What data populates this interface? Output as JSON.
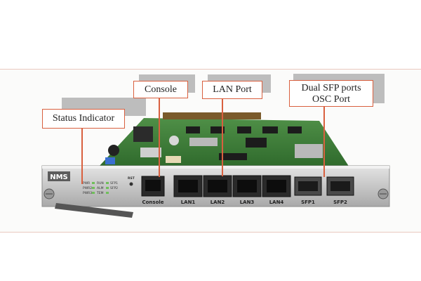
{
  "callouts": {
    "status": "Status Indicator",
    "console": "Console",
    "lan": "LAN Port",
    "sfp_line1": "Dual SFP ports",
    "sfp_line2": "OSC Port"
  },
  "panel": {
    "brand": "NMS",
    "rst": "RST",
    "ports": {
      "console": "Console",
      "lan1": "LAN1",
      "lan2": "LAN2",
      "lan3": "LAN3",
      "lan4": "LAN4",
      "sfp1": "SFP1",
      "sfp2": "SFP2"
    },
    "led_labels": {
      "pwr": "PWR",
      "run": "RUN",
      "sfp1": "SFP1",
      "pwr2": "PWR2",
      "alm": "ALM",
      "sfp2": "SFP2",
      "pwr3": "PWR3",
      "tem": "TEM"
    }
  },
  "colors": {
    "accent": "#d9603f",
    "pcb": "#3f7d3a",
    "panel": "#c9c9c9"
  }
}
